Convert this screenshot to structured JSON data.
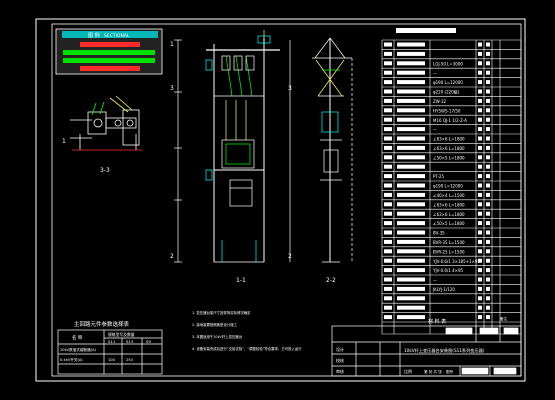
{
  "legend_box": {
    "label_left": "图 例",
    "label_right": "SECTIONAL",
    "bar_colors": [
      "#ff2a2a",
      "#00e000",
      "#00e000",
      "#ff2a2a"
    ],
    "header_color": "#00b8b8"
  },
  "views": {
    "section_33": "3-3",
    "section_11": "1-1",
    "section_22": "2-2",
    "marker_3a": "3",
    "marker_3b": "3",
    "marker_1": "1",
    "marker_2": "2",
    "marker_2b": "2",
    "marker_1b": "1"
  },
  "params_table": {
    "title": "主回路元件参数选择表",
    "col_name": "名 称",
    "col_spec": "规格型号及数量",
    "sub_cols": [
      "S11",
      "S13",
      "S9"
    ],
    "rows": [
      {
        "name": "10kV跌落式熔断器(A)",
        "vals": [
          "",
          "",
          ""
        ]
      },
      {
        "name": "0.4kV开关(A)",
        "vals": [
          "100",
          "250",
          ""
        ]
      }
    ]
  },
  "notes": {
    "items": [
      "1. 变压器台架尺寸按现场实际情况确定",
      "2. 接地装置按照典型设计施工",
      "3. 本图适用于10kV杆上变压器台",
      "4. 设备安装完成后进行“交接试验”，“调整检验”符合要求，方可投入运行"
    ]
  },
  "material_table": {
    "footer_label": "材 料 表",
    "footer_right": "备注",
    "specs": [
      "",
      "",
      "LGJ-50 L=3000",
      "—",
      "φ190 L=12000",
      "φ220 (220级)",
      "ZW-32",
      "HY5WS-17/50",
      "M16 QJ-1 1/2-Z-A",
      "—",
      "∠63×6 L=1800",
      "∠63×6 L=1800",
      "∠50×5 L=1800",
      "",
      "PT-25",
      "φ190 L=12000",
      "∠40×4 L=1500",
      "∠63×6 L=1800",
      "∠63×6 L=1800",
      "∠50×5 L=1800",
      "BV-35",
      "BVR-35 L=1500",
      "BVR-25 L=1500",
      "YJV-0.6/1 3×185+1×95",
      "YJV-0.6/1 4×95",
      "—",
      "JKLYJ-1/120",
      "",
      "",
      ""
    ]
  },
  "title_block": {
    "project_title": "10kV杆上变压器台安装图(S11系列变压器)",
    "role_design": "设计",
    "role_check": "校核",
    "role_review": "审核",
    "scale_label": "比例",
    "sheet_label": "第 张 共 张",
    "drawing_no_label": "图号"
  }
}
